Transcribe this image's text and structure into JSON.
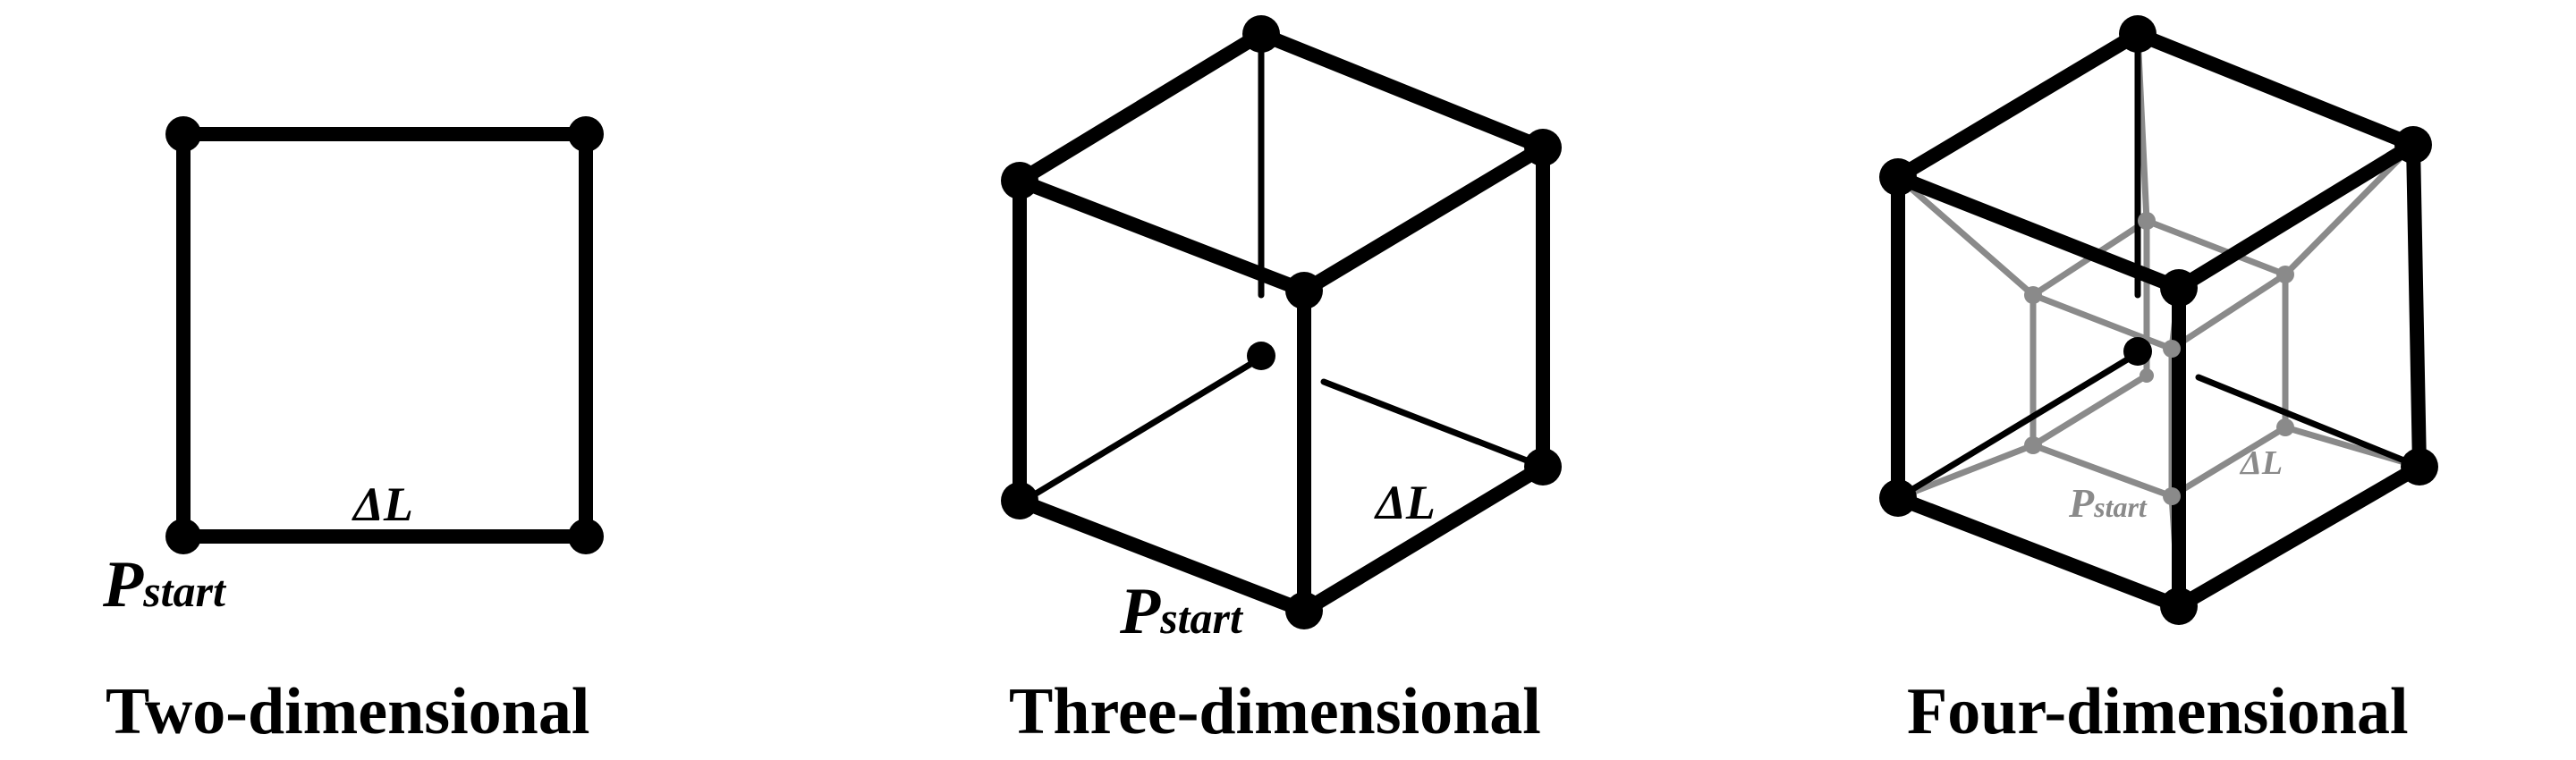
{
  "panels": [
    {
      "id": "two",
      "caption": "Two-dimensional",
      "start_label_main": "P",
      "start_label_sub": "start",
      "edge_label": "ΔL"
    },
    {
      "id": "three",
      "caption": "Three-dimensional",
      "start_label_main": "P",
      "start_label_sub": "start",
      "edge_label": "ΔL"
    },
    {
      "id": "four",
      "caption": "Four-dimensional",
      "start_label_main": "P",
      "start_label_sub": "start",
      "edge_label": "ΔL"
    }
  ],
  "colors": {
    "outer": "#000000",
    "inner": "#8a8a8a",
    "background": "#ffffff"
  }
}
